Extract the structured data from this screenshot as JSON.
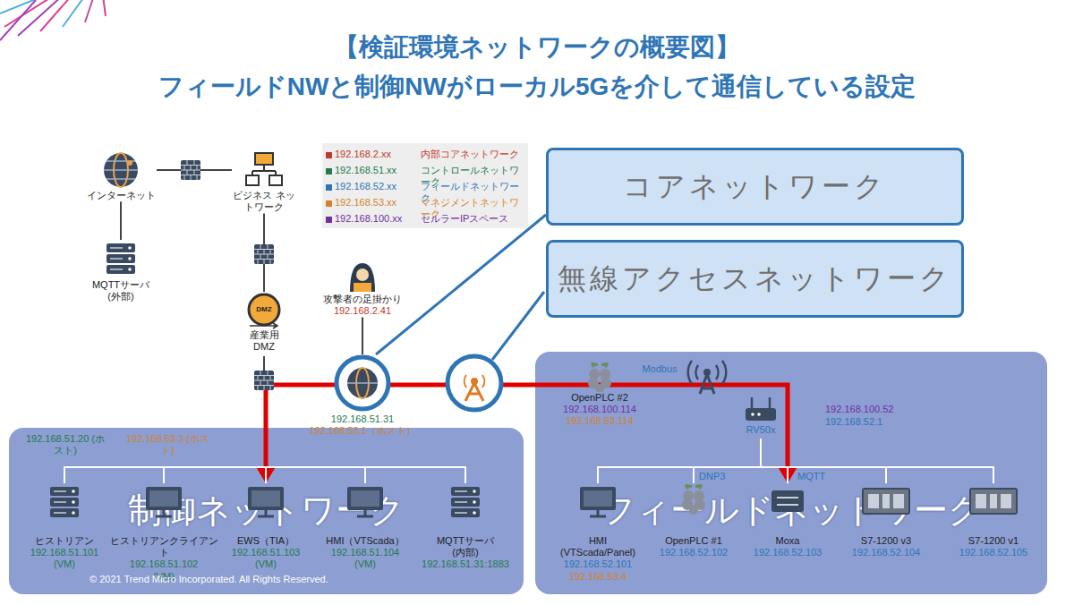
{
  "diagram": {
    "title": "【検証環境ネットワークの概要図】",
    "nodes": [
      {
        "text": [
          "インターネット"
        ]
      },
      {
        "text": [
          "ビジネス ネットワーク"
        ]
      },
      {
        "text": [
          "MQTTサーバ (外部)"
        ]
      },
      {
        "text": [
          "産業用 DMZ"
        ]
      },
      {
        "text": [
          "攻撃者の足掛かり",
          "192.168.2.41"
        ]
      },
      {
        "text": [
          "コアネットワーク"
        ]
      },
      {
        "text": [
          "無線アクセスネットワーク"
        ]
      },
      {
        "text": [
          "192.168.51.31",
          "192.168.53.1（ホスト）"
        ]
      },
      {
        "text": [
          "制御ネットワーク"
        ]
      },
      {
        "text": [
          "ヒストリアン",
          "192.168.51.101 (VM)"
        ],
        "in": 8
      },
      {
        "text": [
          "ヒストリアンクライアント",
          "192.168.51.102 (VM)"
        ],
        "in": 8
      },
      {
        "text": [
          "EWS（TIA）",
          "192.168.51.103 (VM)"
        ],
        "in": 8
      },
      {
        "text": [
          "HMI（VTScada）",
          "192.168.51.104 (VM)"
        ],
        "in": 8
      },
      {
        "text": [
          "MQTTサーバ (内部)",
          "192.168.51.31:1883"
        ],
        "in": 8
      },
      {
        "text": [
          "フィールドネットワーク"
        ]
      },
      {
        "text": [
          "OpenPLC #2",
          "192.168.100.114",
          "192.168.53.114"
        ],
        "in": 14
      },
      {
        "text": [
          "RV50x"
        ],
        "in": 14
      },
      {
        "text": [
          "HMI (VTScada/Panel)",
          "192.168.52.101",
          "192.168.53.4"
        ],
        "in": 14
      },
      {
        "text": [
          "OpenPLC #1",
          "192.168.52.102"
        ],
        "in": 14
      },
      {
        "text": [
          "Moxa",
          "192.168.52.103"
        ],
        "in": 14
      },
      {
        "text": [
          "S7-1200 v3",
          "192.168.52.104"
        ],
        "in": 14
      },
      {
        "text": [
          "S7-1200 v1",
          "192.168.52.105"
        ],
        "in": 14
      }
    ],
    "edges": [
      {
        "from": 0,
        "to": 1,
        "arrow": "none"
      },
      {
        "from": 0,
        "to": 2,
        "arrow": "none"
      },
      {
        "from": 1,
        "to": 3,
        "arrow": "none"
      },
      {
        "from": 4,
        "to": 7,
        "arrow": "none"
      },
      {
        "from": 5,
        "to": 7,
        "arrow": "none"
      },
      {
        "from": 11,
        "to": 19,
        "arrow": "both"
      }
    ],
    "labels": [
      "フィールドNWと制御NWがローカル5Gを介して通信している設定",
      "DMZ",
      "192.168.2.xx",
      "192.168.51.xx",
      "192.168.52.xx",
      "192.168.53.xx",
      "192.168.100.xx",
      "192.168.51.20 (ホスト)",
      "192.168.53.3 (ホスト)",
      "Modbus",
      "192.168.100.52",
      "192.168.52.1",
      "DNP3",
      "MQTT",
      "© 2021 Trend Micro Incorporated. All Rights Reserved."
    ],
    "legend": [
      {
        "text": "内部コアネットワーク",
        "color": "#c0392b"
      },
      {
        "text": "コントロールネットワーク",
        "color": "#247a4c"
      },
      {
        "text": "フィールドネットワーク",
        "color": "#2e75b6"
      },
      {
        "text": "マネジメントネットワーク",
        "color": "#d4822a"
      },
      {
        "text": "セルラーIPスペース",
        "color": "#7030a0"
      }
    ]
  }
}
